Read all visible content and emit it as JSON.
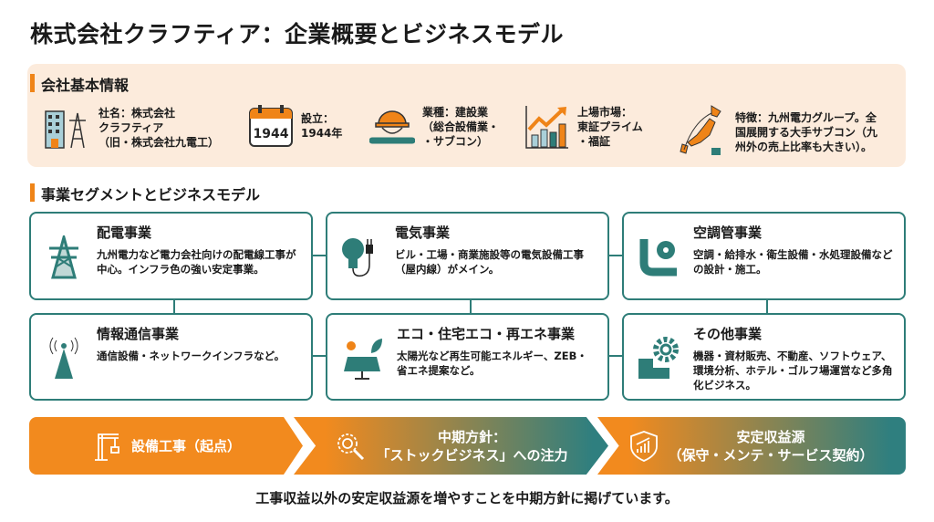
{
  "title": "株式会社クラフティア：企業概要とビジネスモデル",
  "info": {
    "heading": "会社基本情報",
    "items": [
      {
        "text": "社名：株式会社\nクラフティア\n（旧・株式会社九電工）",
        "icon": "building-tower-icon"
      },
      {
        "text": "設立：\n1944年",
        "icon": "calendar-icon",
        "calendar_label": "1944"
      },
      {
        "text": "業種：建設業\n（総合設備業・\n・サブコン）",
        "icon": "hardhat-wrench-icon"
      },
      {
        "text": "上場市場：\n東証プライム\n・福証",
        "icon": "growth-chart-icon"
      },
      {
        "text": "特徴：九州電力グループ。全\n国展開する大手サブコン（九\n州外の売上比率も大きい）。",
        "icon": "japan-map-icon"
      }
    ]
  },
  "segments": {
    "heading": "事業セグメントとビジネスモデル",
    "cards": [
      {
        "title": "配電事業",
        "desc": "九州電力など電力会社向けの配電線工事が中心。インフラ色の強い安定事業。"
      },
      {
        "title": "電気事業",
        "desc": "ビル・工場・商業施設等の電気設備工事（屋内線）がメイン。"
      },
      {
        "title": "空調管事業",
        "desc": "空調・給排水・衛生設備・水処理設備などの設計・施工。"
      },
      {
        "title": "情報通信事業",
        "desc": "通信設備・ネットワークインフラなど。"
      },
      {
        "title": "エコ・住宅エコ・再エネ事業",
        "desc": "太陽光など再生可能エネルギー、ZEB・省エネ提案など。"
      },
      {
        "title": "その他事業",
        "desc": "機器・資材販売、不動産、ソフトウェア、環境分析、ホテル・ゴルフ場運営など多角化ビジネス。"
      }
    ]
  },
  "flow": [
    {
      "label": "設備工事（起点）"
    },
    {
      "label": "中期方針：\n「ストックビジネス」への注力"
    },
    {
      "label": "安定収益源\n（保守・メンテ・サービス契約）"
    }
  ],
  "footer": "工事収益以外の安定収益源を増やすことを中期方針に掲げています。",
  "colors": {
    "orange": "#f28a1e",
    "teal": "#2e7d78",
    "panel": "#fcebdc"
  }
}
